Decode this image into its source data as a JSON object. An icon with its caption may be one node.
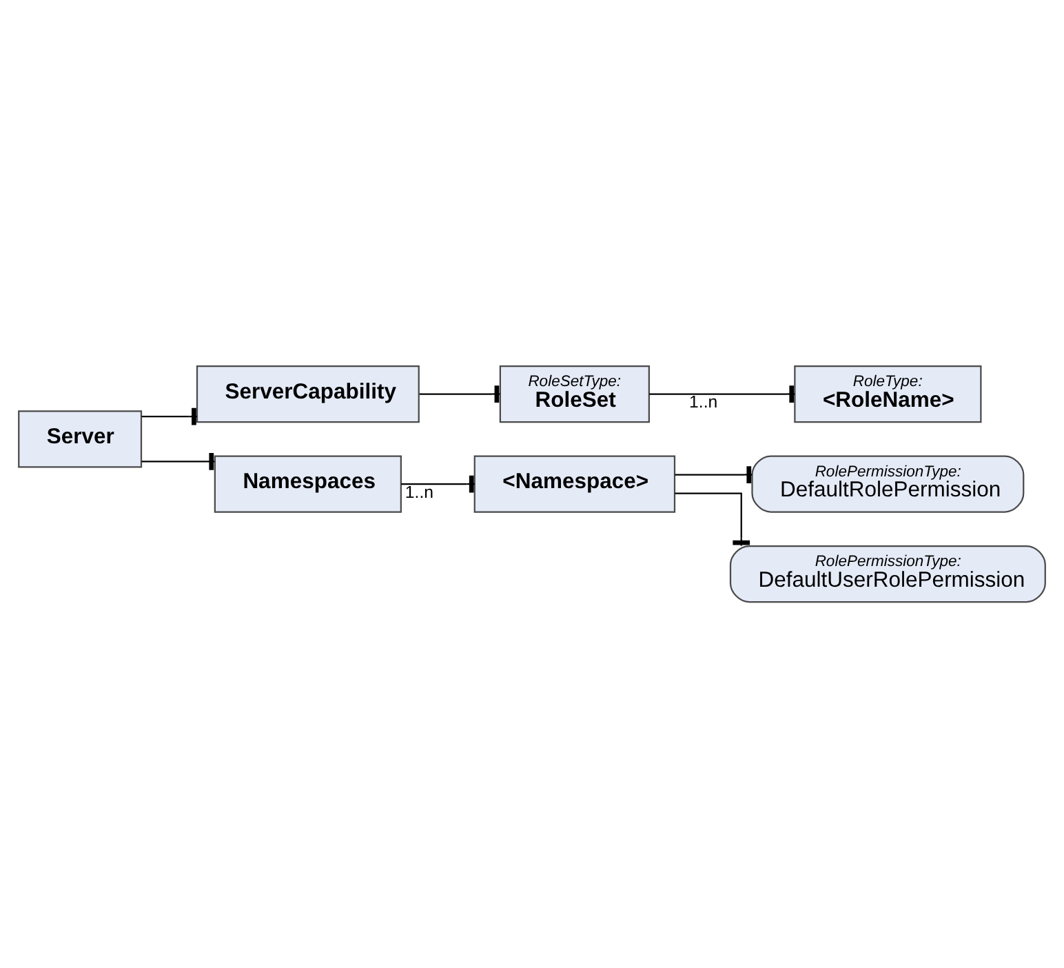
{
  "diagram": {
    "nodes": [
      {
        "text": [
          "Server"
        ]
      },
      {
        "text": [
          "ServerCapability"
        ]
      },
      {
        "text": [
          "RoleSetType:",
          "RoleSet"
        ]
      },
      {
        "text": [
          "RoleType:",
          "<RoleName>"
        ]
      },
      {
        "text": [
          "Namespaces"
        ]
      },
      {
        "text": [
          "<Namespace>"
        ]
      },
      {
        "text": [
          "RolePermissionType:",
          "DefaultRolePermission"
        ]
      },
      {
        "text": [
          "RolePermissionType:",
          "DefaultUserRolePermission"
        ]
      }
    ],
    "edges": [
      {
        "from": 0,
        "to": 1,
        "arrow": "other"
      },
      {
        "from": 1,
        "to": 2,
        "arrow": "other"
      },
      {
        "from": 2,
        "to": 3,
        "arrow": "other",
        "label": "1..n"
      },
      {
        "from": 0,
        "to": 4,
        "arrow": "other"
      },
      {
        "from": 4,
        "to": 5,
        "arrow": "other",
        "label": "1..n"
      },
      {
        "from": 5,
        "to": 6,
        "arrow": "other"
      },
      {
        "from": 5,
        "to": 7,
        "arrow": "other"
      }
    ]
  }
}
